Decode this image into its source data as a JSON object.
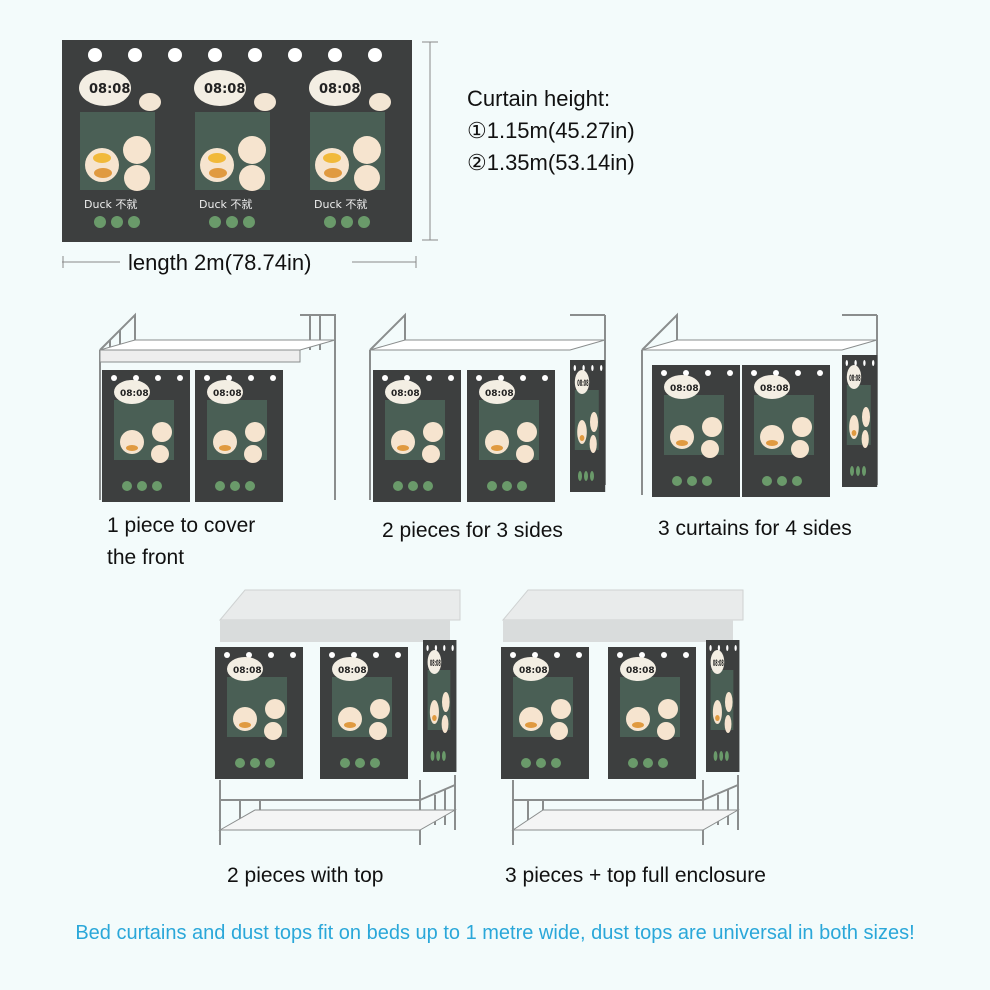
{
  "spec": {
    "height_title": "Curtain height:",
    "height_option_1": "①1.15m(45.27in)",
    "height_option_2": "②1.35m(53.14in)",
    "length_label": "length 2m(78.74in)"
  },
  "curtain_art": {
    "clock": "08:08",
    "brand": "Duck 不就"
  },
  "options": [
    {
      "caption_line1": "1 piece to cover",
      "caption_line2": "the front"
    },
    {
      "caption": "2 pieces for 3 sides"
    },
    {
      "caption": "3 curtains for 4 sides"
    },
    {
      "caption": "2 pieces with top"
    },
    {
      "caption": "3 pieces + top full enclosure"
    }
  ],
  "footer_note": "Bed curtains and dust tops fit on beds up to 1 metre wide, dust tops are universal in both sizes!",
  "colors": {
    "curtain": "#3d3f3f",
    "chalkboard": "#4a5f55",
    "frame": "#8a8d8d",
    "dust_top": "#dcdede",
    "footer_text": "#2aa7d9"
  }
}
